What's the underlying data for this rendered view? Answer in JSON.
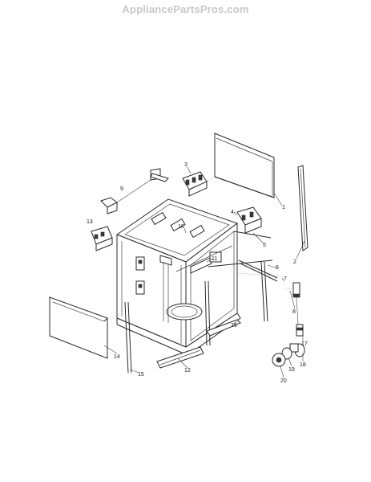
{
  "watermark": "AppliancePartsPros.com",
  "diagram": {
    "part_labels": [
      {
        "id": "p1",
        "text": "1"
      },
      {
        "id": "p2",
        "text": "2"
      },
      {
        "id": "p3",
        "text": "3"
      },
      {
        "id": "p4",
        "text": "4"
      },
      {
        "id": "p5",
        "text": "5"
      },
      {
        "id": "p6",
        "text": "6"
      },
      {
        "id": "p7",
        "text": "7"
      },
      {
        "id": "p8",
        "text": "8"
      },
      {
        "id": "p9",
        "text": "9"
      },
      {
        "id": "p10",
        "text": "10"
      },
      {
        "id": "p11",
        "text": "11"
      },
      {
        "id": "p12",
        "text": "12"
      },
      {
        "id": "p13",
        "text": "13"
      },
      {
        "id": "p14",
        "text": "14"
      },
      {
        "id": "p15",
        "text": "15"
      },
      {
        "id": "p16",
        "text": "16"
      },
      {
        "id": "p17",
        "text": "17"
      },
      {
        "id": "p18",
        "text": "18"
      },
      {
        "id": "p19",
        "text": "19"
      },
      {
        "id": "p20",
        "text": "20"
      }
    ]
  }
}
